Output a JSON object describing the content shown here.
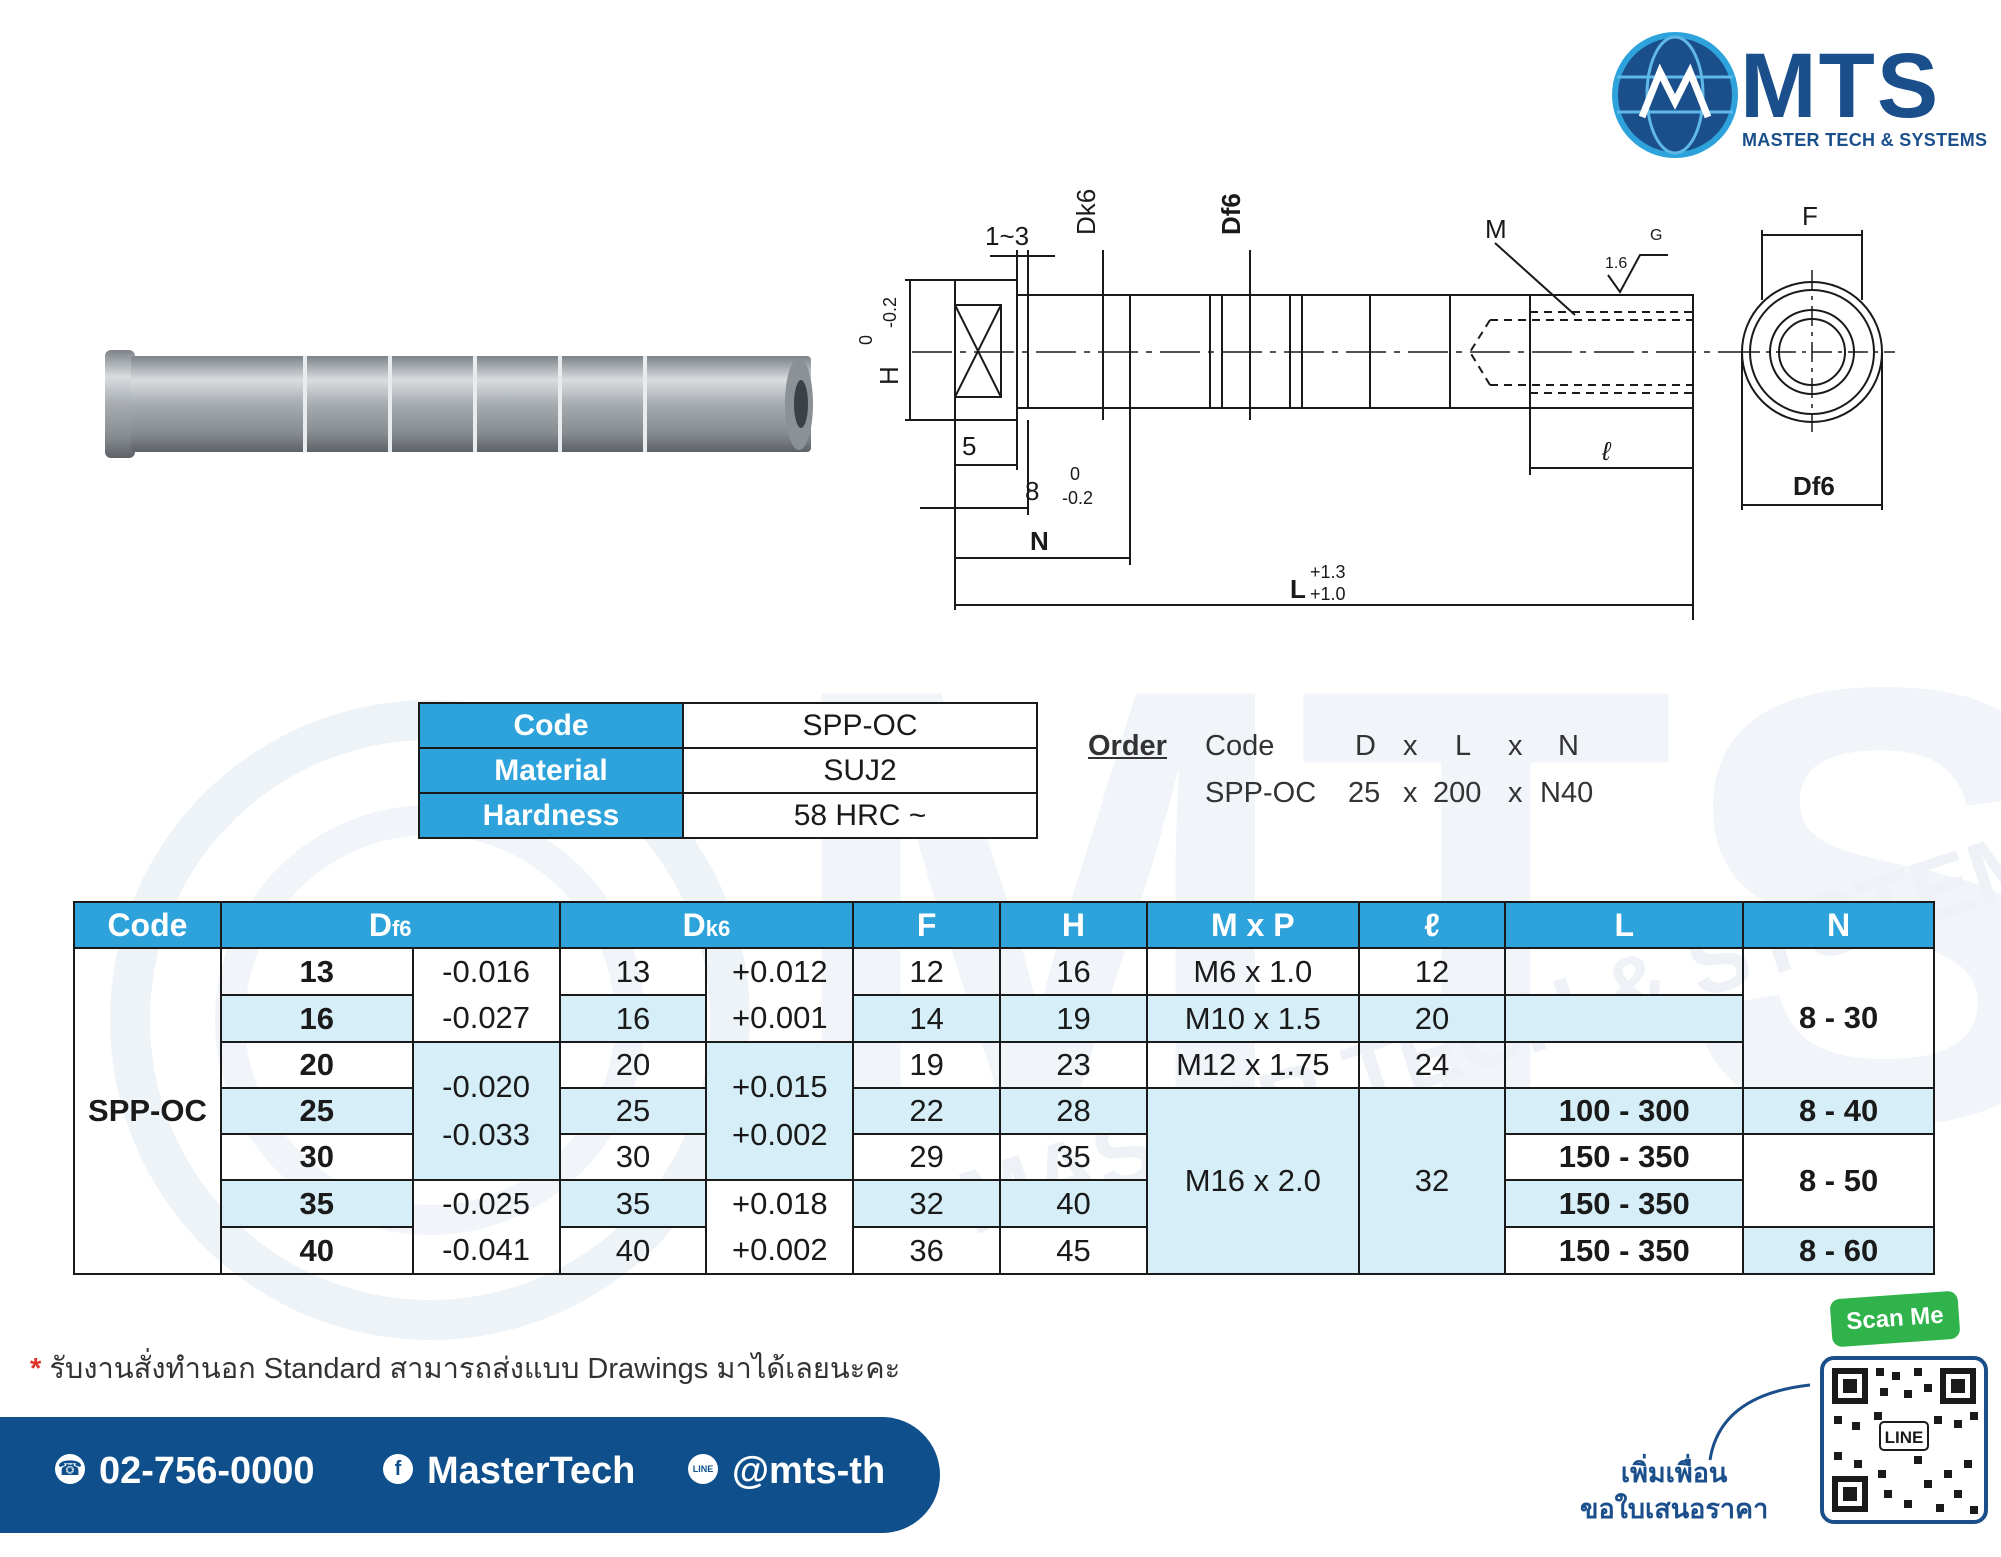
{
  "brand": {
    "name": "MTS",
    "tagline": "MASTER TECH & SYSTEMS",
    "color": "#1b4f8c",
    "watermark": "MTS",
    "watermark_sub": "MASTER TECH & SYSTEMS"
  },
  "drawing": {
    "lbl_1_3": "1~3",
    "lbl_dk6": "Dk6",
    "lbl_df6": "Df6",
    "lbl_m": "M",
    "lbl_g": "G",
    "lbl_16": "1.6",
    "lbl_f": "F",
    "lbl_h": "H",
    "lbl_h0": "0",
    "lbl_hm": "-0.2",
    "lbl_5": "5",
    "lbl_8": "8",
    "lbl_8up": "0",
    "lbl_8dn": "-0.2",
    "lbl_l_small": "ℓ",
    "lbl_n": "N",
    "lbl_L": "L",
    "lbl_Lup": "+1.3",
    "lbl_Ldn": "+1.0",
    "lbl_df6_end": "Df6"
  },
  "spec": [
    {
      "label": "Code",
      "value": "SPP-OC"
    },
    {
      "label": "Material",
      "value": "SUJ2"
    },
    {
      "label": "Hardness",
      "value": "58 HRC ~"
    }
  ],
  "order": {
    "label": "Order",
    "h_code": "Code",
    "h_d": "D",
    "h_x1": "x",
    "h_l": "L",
    "h_x2": "x",
    "h_n": "N",
    "ex_code": "SPP-OC",
    "ex_d": "25",
    "ex_x1": "x",
    "ex_l": "200",
    "ex_x2": "x",
    "ex_n": "N40"
  },
  "table": {
    "headers": {
      "code": "Code",
      "df6": "D",
      "df6_sub": "f6",
      "dk6": "D",
      "dk6_sub": "k6",
      "f": "F",
      "h": "H",
      "mxp": "M x P",
      "ell": "ℓ",
      "l": "L",
      "n": "N"
    },
    "code": "SPP-OC",
    "rows": [
      {
        "d": "13",
        "dk": "13",
        "f": "12",
        "h": "16"
      },
      {
        "d": "16",
        "dk": "16",
        "f": "14",
        "h": "19"
      },
      {
        "d": "20",
        "dk": "20",
        "f": "19",
        "h": "23"
      },
      {
        "d": "25",
        "dk": "25",
        "f": "22",
        "h": "28"
      },
      {
        "d": "30",
        "dk": "30",
        "f": "29",
        "h": "35"
      },
      {
        "d": "35",
        "dk": "35",
        "f": "32",
        "h": "40"
      },
      {
        "d": "40",
        "dk": "40",
        "f": "36",
        "h": "45"
      }
    ],
    "dtol": [
      {
        "up": "-0.016",
        "dn": "-0.027"
      },
      {
        "up": "-0.020",
        "dn": "-0.033"
      },
      {
        "up": "-0.025",
        "dn": "-0.041"
      }
    ],
    "dktol": [
      {
        "up": "+0.012",
        "dn": "+0.001"
      },
      {
        "up": "+0.015",
        "dn": "+0.002"
      },
      {
        "up": "+0.018",
        "dn": "+0.002"
      }
    ],
    "mxp": [
      "M6 x 1.0",
      "M10 x 1.5",
      "M12 x 1.75",
      "M16 x 2.0"
    ],
    "ell": [
      "12",
      "20",
      "24",
      "32"
    ],
    "L": [
      "100 - 300",
      "150 - 350",
      "150 - 350",
      "150 - 350"
    ],
    "N": [
      "8 - 30",
      "8 - 40",
      "8 - 50",
      "8 - 60"
    ]
  },
  "footer": {
    "note_star": "*",
    "note": "รับงานสั่งทำนอก Standard สามารถส่งแบบ Drawings มาได้เลยนะคะ",
    "phone": "02-756-0000",
    "facebook": "MasterTech",
    "line": "@mts-th",
    "scan": "Scan Me",
    "add_friend_1": "เพิ่มเพื่อน",
    "add_friend_2": "ขอใบเสนอราคา",
    "qr_label": "LINE"
  },
  "colors": {
    "header_blue": "#2ea3db",
    "light_blue": "#d6eef8",
    "navy": "#0f4f8b"
  }
}
